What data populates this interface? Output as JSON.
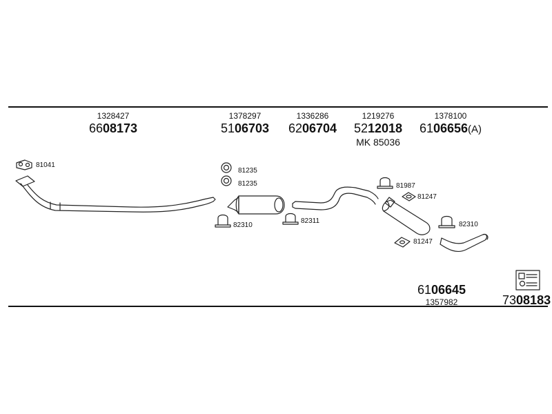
{
  "header_parts": [
    {
      "number": "1328427",
      "prefix": "66",
      "code": "08173",
      "suffix": "",
      "kit": ""
    },
    {
      "number": "1378297",
      "prefix": "51",
      "code": "06703",
      "suffix": "",
      "kit": ""
    },
    {
      "number": "1336286",
      "prefix": "62",
      "code": "06704",
      "suffix": "",
      "kit": ""
    },
    {
      "number": "1219276",
      "prefix": "52",
      "code": "12018",
      "suffix": "",
      "kit": "MK  85036"
    },
    {
      "number": "1378100",
      "prefix": "61",
      "code": "06656",
      "suffix": "(A)",
      "kit": ""
    }
  ],
  "footer_parts": [
    {
      "number": "1357982",
      "prefix": "61",
      "code": "06645"
    },
    {
      "number": "",
      "prefix": "73",
      "code": "08183"
    }
  ],
  "fittings": {
    "gasket_front": "81041",
    "ring_1": "81235",
    "ring_2": "81235",
    "clamp_front_muffler": "82310",
    "clamp_mid_pipe": "82311",
    "clamp_rear_top": "81987",
    "hanger_rear_top": "81247",
    "hanger_rear_bottom": "81247",
    "clamp_tailpipe": "82310"
  },
  "icons": {
    "kit_box": "mounting-kit-box-icon"
  }
}
